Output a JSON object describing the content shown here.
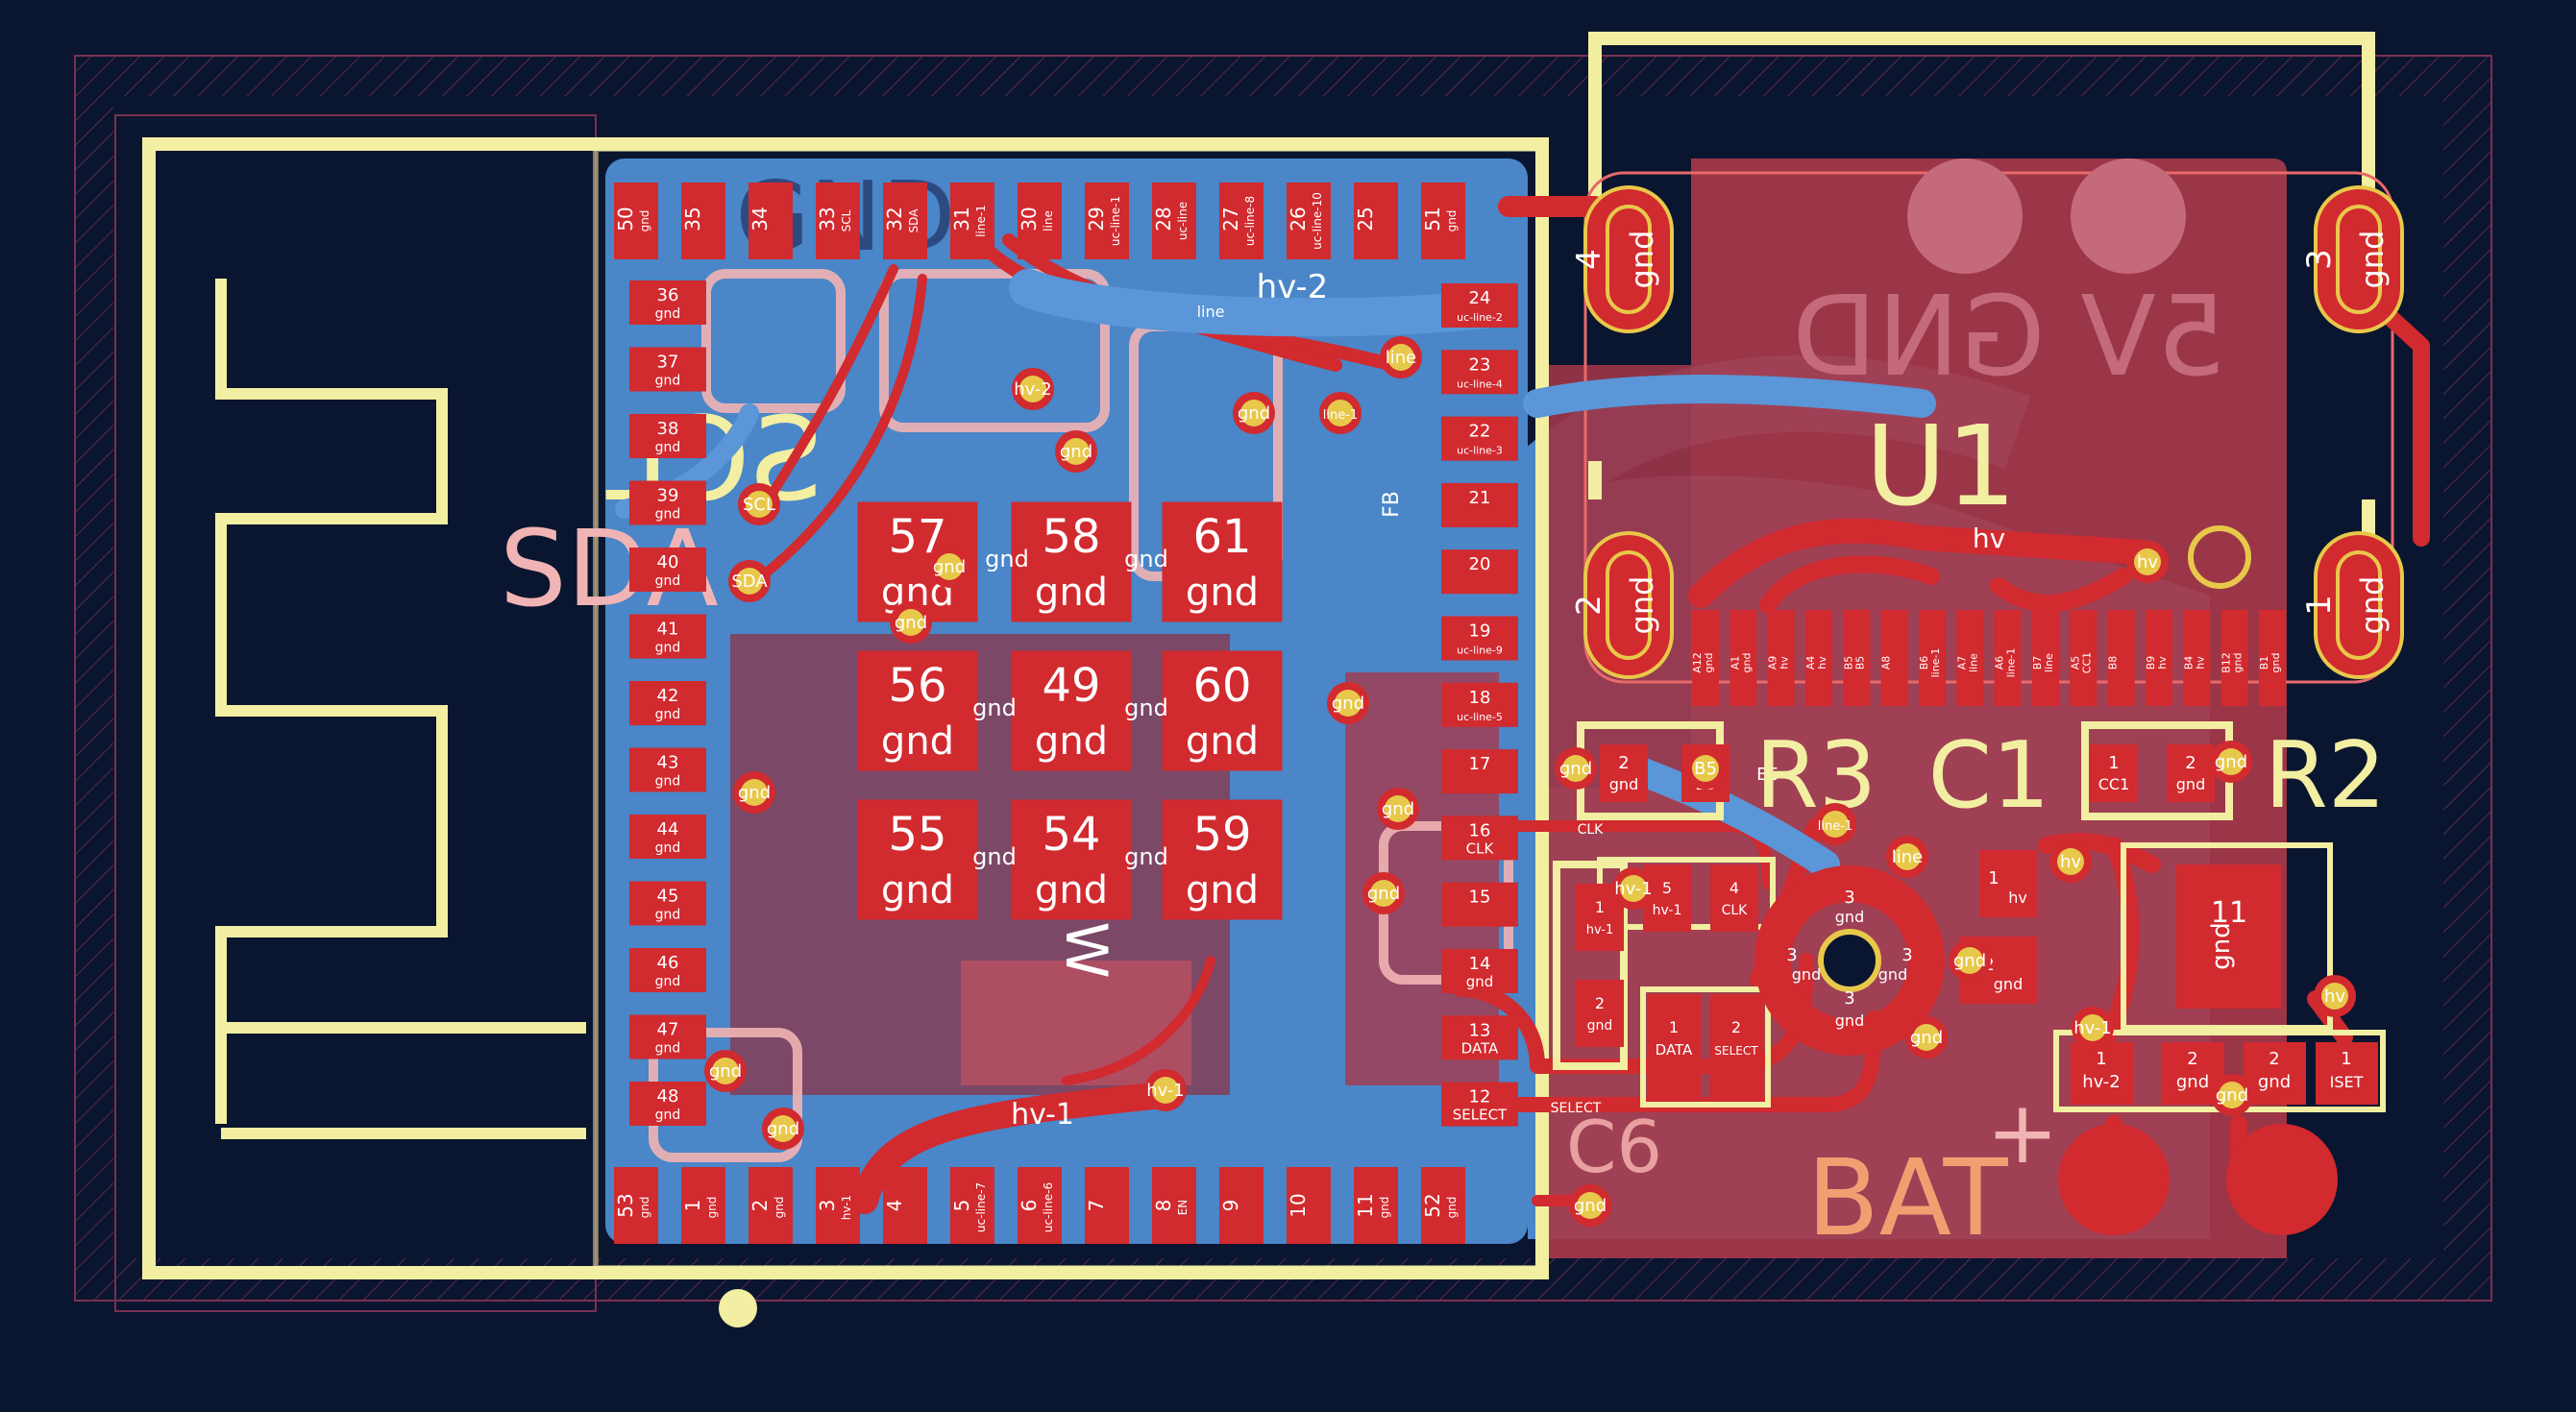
{
  "colors": {
    "background": "#0a1530",
    "silkscreen": "#f2eea2",
    "copper_front": "#d12a2f",
    "copper_back": "#4a86c8",
    "zone_front": "#a83a4a",
    "pad_text": "#ffffff",
    "via": "#e8c84a",
    "courtyard": "#e86a6a",
    "back_silk": "#f1b4b4",
    "fab_text": "#f0a070"
  },
  "silk": {
    "big_scl": "SCL",
    "big_sda": "SDA",
    "u1": "U1",
    "r3": "R3",
    "c1": "C1",
    "r2": "R2",
    "c6": "C6",
    "bat": "BAT",
    "plus": "+",
    "back_5v_gnd": "5V GND",
    "back_gnd_top": "GND"
  },
  "connector_pins": [
    {
      "num": "4",
      "net": "gnd"
    },
    {
      "num": "3",
      "net": "gnd"
    },
    {
      "num": "2",
      "net": "gnd"
    },
    {
      "num": "1",
      "net": "gnd"
    }
  ],
  "module": {
    "top_pads": [
      {
        "num": "50",
        "net": "gnd"
      },
      {
        "num": "35",
        "net": ""
      },
      {
        "num": "34",
        "net": ""
      },
      {
        "num": "33",
        "net": "SCL"
      },
      {
        "num": "32",
        "net": "SDA"
      },
      {
        "num": "31",
        "net": "line-1"
      },
      {
        "num": "30",
        "net": "line"
      },
      {
        "num": "29",
        "net": "uc-line-1"
      },
      {
        "num": "28",
        "net": "uc-line"
      },
      {
        "num": "27",
        "net": "uc-line-8"
      },
      {
        "num": "26",
        "net": "uc-line-10"
      },
      {
        "num": "25",
        "net": ""
      },
      {
        "num": "51",
        "net": "gnd"
      }
    ],
    "left_pads": [
      {
        "num": "36",
        "net": "gnd"
      },
      {
        "num": "37",
        "net": "gnd"
      },
      {
        "num": "38",
        "net": "gnd"
      },
      {
        "num": "39",
        "net": "gnd"
      },
      {
        "num": "40",
        "net": "gnd"
      },
      {
        "num": "41",
        "net": "gnd"
      },
      {
        "num": "42",
        "net": "gnd"
      },
      {
        "num": "43",
        "net": "gnd"
      },
      {
        "num": "44",
        "net": "gnd"
      },
      {
        "num": "45",
        "net": "gnd"
      },
      {
        "num": "46",
        "net": "gnd"
      },
      {
        "num": "47",
        "net": "gnd"
      },
      {
        "num": "48",
        "net": "gnd"
      }
    ],
    "right_pads": [
      {
        "num": "24",
        "net": "uc-line-2"
      },
      {
        "num": "23",
        "net": "uc-line-4"
      },
      {
        "num": "22",
        "net": "uc-line-3"
      },
      {
        "num": "21",
        "net": ""
      },
      {
        "num": "20",
        "net": ""
      },
      {
        "num": "19",
        "net": "uc-line-9"
      },
      {
        "num": "18",
        "net": "uc-line-5"
      },
      {
        "num": "17",
        "net": ""
      },
      {
        "num": "16",
        "net": "CLK"
      },
      {
        "num": "15",
        "net": ""
      },
      {
        "num": "14",
        "net": "gnd"
      },
      {
        "num": "13",
        "net": "DATA"
      },
      {
        "num": "12",
        "net": "SELECT"
      }
    ],
    "bottom_pads": [
      {
        "num": "53",
        "net": "gnd"
      },
      {
        "num": "1",
        "net": "gnd"
      },
      {
        "num": "2",
        "net": "gnd"
      },
      {
        "num": "3",
        "net": "hv-1"
      },
      {
        "num": "4",
        "net": ""
      },
      {
        "num": "5",
        "net": "uc-line-7"
      },
      {
        "num": "6",
        "net": "uc-line-6"
      },
      {
        "num": "7",
        "net": ""
      },
      {
        "num": "8",
        "net": "EN"
      },
      {
        "num": "9",
        "net": ""
      },
      {
        "num": "10",
        "net": ""
      },
      {
        "num": "11",
        "net": "gnd"
      },
      {
        "num": "52",
        "net": "gnd"
      }
    ],
    "center_pads": [
      {
        "num": "57",
        "net": "gnd"
      },
      {
        "num": "58",
        "net": "gnd"
      },
      {
        "num": "61",
        "net": "gnd"
      },
      {
        "num": "56",
        "net": "gnd"
      },
      {
        "num": "49",
        "net": "gnd"
      },
      {
        "num": "60",
        "net": "gnd"
      },
      {
        "num": "55",
        "net": "gnd"
      },
      {
        "num": "54",
        "net": "gnd"
      },
      {
        "num": "59",
        "net": "gnd"
      }
    ]
  },
  "usb_pins": [
    {
      "name": "A12",
      "net": "gnd"
    },
    {
      "name": "A1",
      "net": "gnd"
    },
    {
      "name": "A9",
      "net": "hv"
    },
    {
      "name": "A4",
      "net": "hv"
    },
    {
      "name": "B5",
      "net": "B5"
    },
    {
      "name": "A8",
      "net": ""
    },
    {
      "name": "B6",
      "net": "line-1"
    },
    {
      "name": "A7",
      "net": "line"
    },
    {
      "name": "A6",
      "net": "line-1"
    },
    {
      "name": "B7",
      "net": "line"
    },
    {
      "name": "A5",
      "net": "CC1"
    },
    {
      "name": "B8",
      "net": ""
    },
    {
      "name": "B9",
      "net": "hv"
    },
    {
      "name": "B4",
      "net": "hv"
    },
    {
      "name": "B12",
      "net": "gnd"
    },
    {
      "name": "B1",
      "net": "gnd"
    }
  ],
  "trace_labels": {
    "hv2": "hv-2",
    "hv1": "hv-1",
    "hv": "hv",
    "line": "line",
    "clk": "CLK",
    "select": "SELECT",
    "b5": "B5",
    "fb": "FB",
    "sw": "SW"
  },
  "small_parts": {
    "r3": [
      {
        "num": "2",
        "net": "gnd"
      },
      {
        "num": "1",
        "net": "B5"
      }
    ],
    "r2": [
      {
        "num": "1",
        "net": "CC1"
      },
      {
        "num": "2",
        "net": "gnd"
      }
    ],
    "c_hv1": [
      {
        "num": "5",
        "net": "hv-1"
      },
      {
        "num": "4",
        "net": "CLK"
      }
    ],
    "c_hv1b": [
      {
        "num": "1",
        "net": "hv-1"
      },
      {
        "num": "2",
        "net": "gnd"
      }
    ],
    "data_sel": [
      {
        "num": "1",
        "net": "DATA"
      },
      {
        "num": "2",
        "net": "SELECT"
      }
    ],
    "ic_right": {
      "num": "11",
      "net": "gnd"
    },
    "bottom_right": [
      {
        "num": "1",
        "net": "hv-2"
      },
      {
        "num": "2",
        "net": "gnd"
      },
      {
        "num": "2",
        "net": "gnd"
      },
      {
        "num": "1",
        "net": "ISET"
      }
    ],
    "right_hv": {
      "num": "1",
      "net": "hv"
    },
    "right_gnd": {
      "num": "2",
      "net": "gnd"
    },
    "inductor": [
      {
        "num": "3",
        "net": "gnd"
      },
      {
        "num": "3",
        "net": "gnd"
      },
      {
        "num": "3",
        "net": "gnd"
      },
      {
        "num": "3",
        "net": "gnd"
      }
    ]
  },
  "vias": [
    {
      "net": "SCL"
    },
    {
      "net": "SDA"
    },
    {
      "net": "hv-2"
    },
    {
      "net": "gnd"
    },
    {
      "net": "line-1"
    },
    {
      "net": "line"
    },
    {
      "net": "gnd"
    },
    {
      "net": "gnd"
    },
    {
      "net": "gnd"
    },
    {
      "net": "gnd"
    },
    {
      "net": "gnd"
    },
    {
      "net": "gnd"
    },
    {
      "net": "gnd"
    },
    {
      "net": "hv-1"
    },
    {
      "net": "gnd"
    },
    {
      "net": "hv-1"
    },
    {
      "net": "line-1"
    },
    {
      "net": "line"
    },
    {
      "net": "hv"
    },
    {
      "net": "gnd"
    },
    {
      "net": "gnd"
    },
    {
      "net": "hv"
    },
    {
      "net": "hv-1"
    },
    {
      "net": "gnd"
    },
    {
      "net": "gnd"
    },
    {
      "net": "B5"
    },
    {
      "net": "gnd"
    },
    {
      "net": "hv"
    },
    {
      "net": "gnd"
    },
    {
      "net": "gnd"
    }
  ]
}
